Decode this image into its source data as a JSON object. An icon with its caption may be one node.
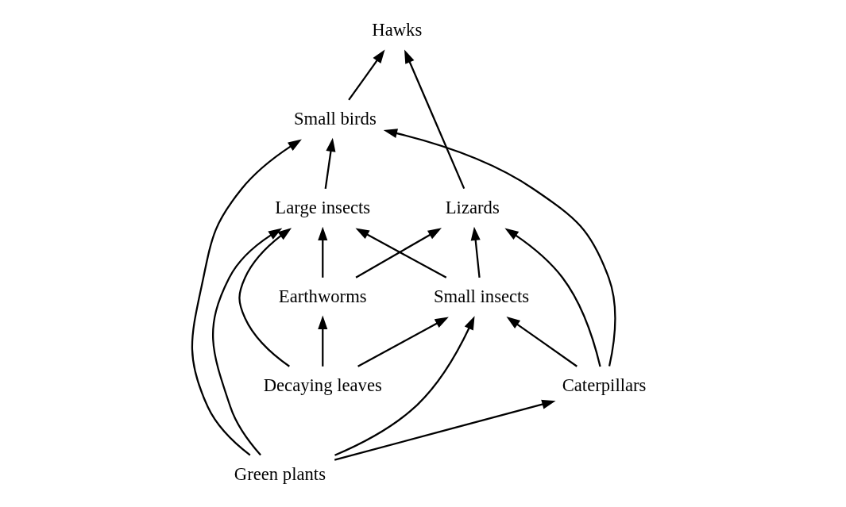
{
  "diagram": {
    "nodes": [
      {
        "text": [
          "Hawks"
        ]
      },
      {
        "text": [
          "Small birds"
        ]
      },
      {
        "text": [
          "Lizards"
        ]
      },
      {
        "text": [
          "Small insects"
        ]
      },
      {
        "text": [
          "Large insects"
        ]
      },
      {
        "text": [
          "Caterpillars"
        ]
      },
      {
        "text": [
          "Earthworms"
        ]
      },
      {
        "text": [
          "Green plants"
        ]
      },
      {
        "text": [
          "Decaying leaves"
        ]
      }
    ],
    "edges": [
      {
        "from": 2,
        "to": 0,
        "arrow": "to"
      },
      {
        "from": 1,
        "to": 0,
        "arrow": "to"
      },
      {
        "from": 3,
        "to": 2,
        "arrow": "to"
      },
      {
        "from": 3,
        "to": 4,
        "arrow": "to"
      },
      {
        "from": 4,
        "to": 1,
        "arrow": "to"
      },
      {
        "from": 5,
        "to": 2,
        "arrow": "to"
      },
      {
        "from": 5,
        "to": 3,
        "arrow": "to"
      },
      {
        "from": 5,
        "to": 1,
        "arrow": "to"
      },
      {
        "from": 6,
        "to": 2,
        "arrow": "to"
      },
      {
        "from": 6,
        "to": 4,
        "arrow": "to"
      },
      {
        "from": 7,
        "to": 5,
        "arrow": "to"
      },
      {
        "from": 7,
        "to": 3,
        "arrow": "to"
      },
      {
        "from": 7,
        "to": 4,
        "arrow": "to"
      },
      {
        "from": 7,
        "to": 1,
        "arrow": "to"
      },
      {
        "from": 8,
        "to": 6,
        "arrow": "to"
      },
      {
        "from": 8,
        "to": 3,
        "arrow": "to"
      },
      {
        "from": 8,
        "to": 4,
        "arrow": "to"
      }
    ]
  }
}
